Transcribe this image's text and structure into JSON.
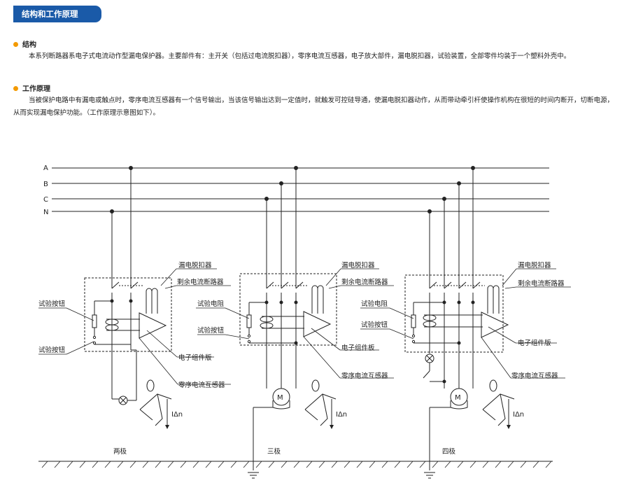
{
  "header": {
    "title": "结构和工作原理"
  },
  "structure": {
    "heading": "结构",
    "text": "本系列断路器系电子式电流动作型漏电保护器。主要部件有：主开关（包括过电流脱扣器），零序电流互感器，电子放大部件，漏电脱扣器，试验装置，全部零件均装于一个塑料外壳中。"
  },
  "principle": {
    "heading": "工作原理",
    "text": "当被保护电路中有漏电或触点时，零序电流互感器有一个信号输出，当该信号输出达到一定值时，就触发可控硅导通，使漏电脱扣器动作，从而带动牵引杆使操作机构在很短的时间内断开，切断电源，从而实现漏电保护功能。（工作原理示意图如下）。"
  },
  "diagram": {
    "lines": [
      "A",
      "B",
      "C",
      "N"
    ],
    "labels": {
      "leak_release": "漏电脱扣器",
      "rcbo": "剩余电流断路器",
      "test_button": "试验按钮",
      "test_resistor": "试验电阻",
      "electronic_board": "电子组件版",
      "electronic_board_2": "电子组件板",
      "zero_ct": "零序电流互感器",
      "motor": "M",
      "current": "IΔn"
    },
    "groups": [
      "两极",
      "三极",
      "四极"
    ]
  }
}
